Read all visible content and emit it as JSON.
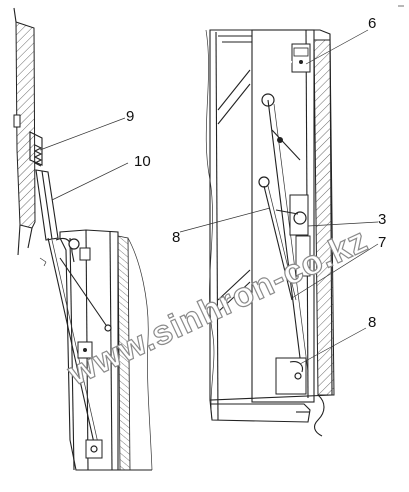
{
  "callouts": [
    {
      "id": "9",
      "text": "9"
    },
    {
      "id": "10",
      "text": "10"
    },
    {
      "id": "6",
      "text": "6"
    },
    {
      "id": "3",
      "text": "3"
    },
    {
      "id": "7",
      "text": "7"
    },
    {
      "id": "8a",
      "text": "8"
    },
    {
      "id": "8b",
      "text": "8"
    }
  ],
  "watermark": "www.sinhron-co.kz"
}
